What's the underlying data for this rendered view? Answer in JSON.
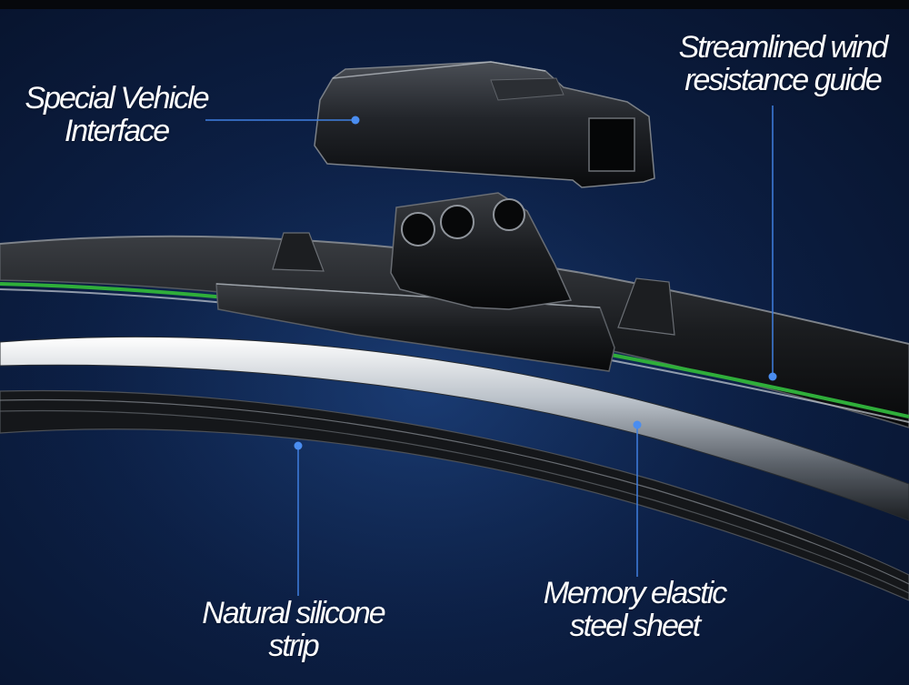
{
  "scene": {
    "description_colors": {
      "background": "#0c1f44",
      "leader_line": "#3f7fe0",
      "leader_dot": "#4a8df0",
      "accent_green": "#2fae3a",
      "label_text": "#ffffff"
    }
  },
  "callouts": {
    "interface": {
      "line1": "Special Vehicle",
      "line2": "Interface"
    },
    "guide": {
      "line1": "Streamlined wind",
      "line2": "resistance guide"
    },
    "strip": {
      "line1": "Natural silicone",
      "line2": "strip"
    },
    "steel": {
      "line1": "Memory elastic",
      "line2": "steel sheet"
    }
  },
  "icons": {
    "callout_marker": "dot-icon"
  }
}
